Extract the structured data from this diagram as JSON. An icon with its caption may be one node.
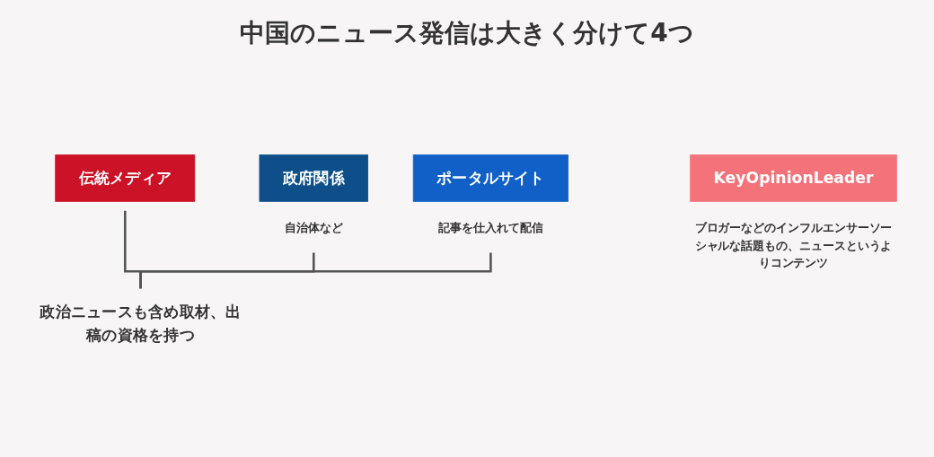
{
  "diagram": {
    "title": "中国のニュース発信は大きく分けて4つ",
    "nodes": [
      {
        "text": [
          "伝統メディア"
        ]
      },
      {
        "text": [
          "政府関係"
        ],
        "beside": [
          "自治体など"
        ]
      },
      {
        "text": [
          "ポータルサイト"
        ],
        "beside": [
          "記事を仕入れて配信"
        ]
      },
      {
        "text": [
          "KeyOpinionLeader"
        ],
        "beside": [
          "ブロガーなどのインフルエンサーソーシャルな話題もの、ニュースというよりコンテンツ"
        ]
      },
      {
        "text": [
          "政治ニュースも含め取材、出稿の資格を持つ"
        ]
      }
    ],
    "edges": [
      {
        "from": 0,
        "to": 4,
        "arrow": "none"
      },
      {
        "from": 1,
        "to": 4,
        "arrow": "none"
      },
      {
        "from": 2,
        "to": 4,
        "arrow": "none"
      }
    ]
  }
}
